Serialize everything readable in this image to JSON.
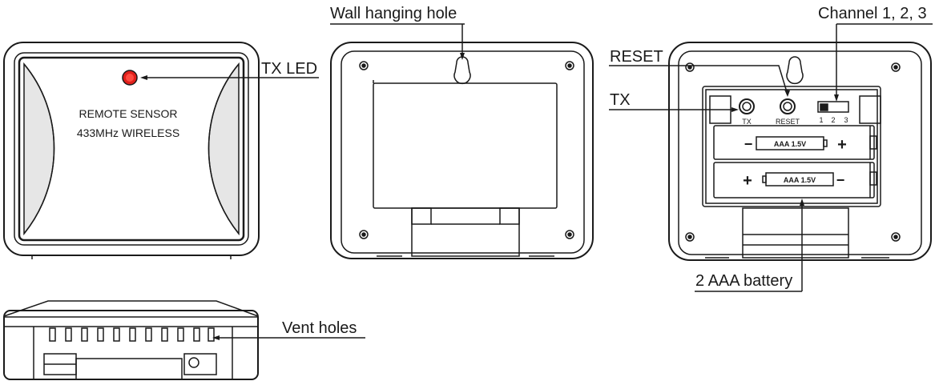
{
  "callouts": {
    "tx_led": "TX LED",
    "wall_hanging_hole": "Wall hanging hole",
    "channel": "Channel 1, 2, 3",
    "reset": "RESET",
    "tx": "TX",
    "battery": "2 AAA battery",
    "vent_holes": "Vent holes"
  },
  "front_panel": {
    "line1": "REMOTE SENSOR",
    "line2": "433MHz WIRELESS"
  },
  "back_panel": {
    "tx_button": "TX",
    "reset_button": "RESET",
    "channel_numbers": [
      "1",
      "2",
      "3"
    ],
    "battery_top": {
      "label": "AAA 1.5V",
      "left_sign": "−",
      "right_sign": "+"
    },
    "battery_bottom": {
      "label": "AAA 1.5V",
      "left_sign": "+",
      "right_sign": "−"
    }
  },
  "colors": {
    "led": "#e0201b",
    "line": "#1a1a1a",
    "shade": "#e6e6e6"
  }
}
